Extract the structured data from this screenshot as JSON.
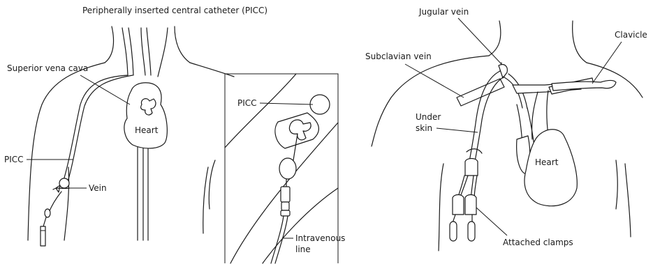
{
  "left_figure": {
    "title": "Peripherally inserted central catheter (PICC)",
    "labels": {
      "svc": "Superior vena cava",
      "heart": "Heart",
      "picc": "PICC",
      "vein": "Vein"
    },
    "inset": {
      "picc": "PICC",
      "iv_line_1": "Intravenous",
      "iv_line_2": "line"
    }
  },
  "right_figure": {
    "labels": {
      "jugular": "Jugular vein",
      "clavicle": "Clavicle",
      "subclavian": "Subclavian vein",
      "under_1": "Under",
      "under_2": "skin",
      "heart": "Heart",
      "clamps": "Attached clamps"
    }
  }
}
